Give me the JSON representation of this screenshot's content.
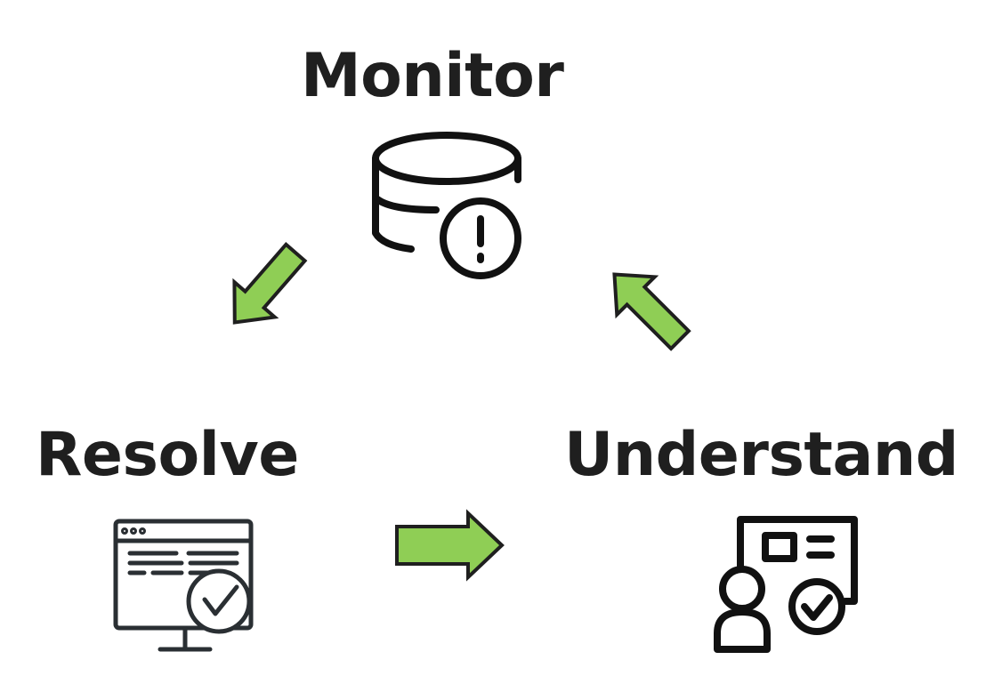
{
  "diagram": {
    "stages": [
      {
        "label": "Monitor",
        "icon": "database-alert-icon"
      },
      {
        "label": "Understand",
        "icon": "presentation-check-icon"
      },
      {
        "label": "Resolve",
        "icon": "monitor-check-icon"
      }
    ],
    "arrow_fill": "#8fce55",
    "arrow_stroke": "#1f1f1f",
    "text_color": "#1f1f1f",
    "icon_color": "#1f1f1f",
    "flow": [
      "Monitor",
      "Resolve",
      "Understand",
      "Monitor"
    ]
  }
}
